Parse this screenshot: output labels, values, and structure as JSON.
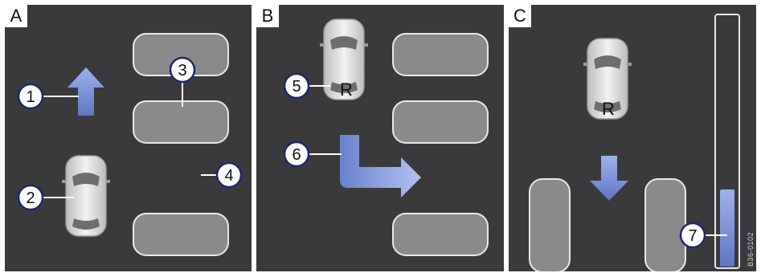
{
  "panels": [
    {
      "letter": "A"
    },
    {
      "letter": "B"
    },
    {
      "letter": "C"
    }
  ],
  "callouts": [
    "1",
    "2",
    "3",
    "4",
    "5",
    "6",
    "7"
  ],
  "car_markers": {
    "b": "R",
    "c": "R"
  },
  "image_code": "B36-0102",
  "colors": {
    "background": "#3a3a3c",
    "parked_block": "#8a8a8a",
    "arrow": "#7f93d6",
    "car_body": "#d9d9d9",
    "callout_fill": "#ffffff"
  }
}
